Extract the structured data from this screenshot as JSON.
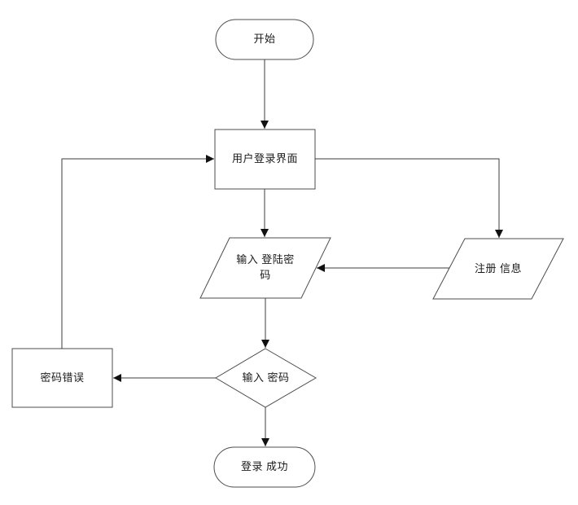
{
  "diagram": {
    "type": "flowchart",
    "background": "#ffffff",
    "colors": {
      "shape_stroke": "#4d4d4d",
      "connector_stroke": "#3c3c3c",
      "arrowhead_fill": "#111111",
      "shape_fill": "#ffffff",
      "text": "#1a1a1a"
    },
    "nodes": {
      "start": {
        "label": "开始",
        "shape": "terminator"
      },
      "login_ui": {
        "label": "用户登录界面",
        "shape": "process"
      },
      "input_login_password": {
        "label": "输入 登陆密码",
        "shape": "data-parallelogram"
      },
      "register_info": {
        "label": "注册 信息",
        "shape": "data-parallelogram"
      },
      "password_check": {
        "label": "输入 密码",
        "shape": "decision"
      },
      "password_error": {
        "label": "密码错误",
        "shape": "process"
      },
      "login_success": {
        "label": "登录 成功",
        "shape": "terminator"
      }
    },
    "edges": [
      {
        "from": "start",
        "to": "login_ui"
      },
      {
        "from": "login_ui",
        "to": "input_login_password"
      },
      {
        "from": "login_ui",
        "to": "register_info"
      },
      {
        "from": "register_info",
        "to": "input_login_password"
      },
      {
        "from": "input_login_password",
        "to": "password_check"
      },
      {
        "from": "password_check",
        "to": "password_error"
      },
      {
        "from": "password_error",
        "to": "login_ui"
      },
      {
        "from": "password_check",
        "to": "login_success"
      }
    ]
  }
}
